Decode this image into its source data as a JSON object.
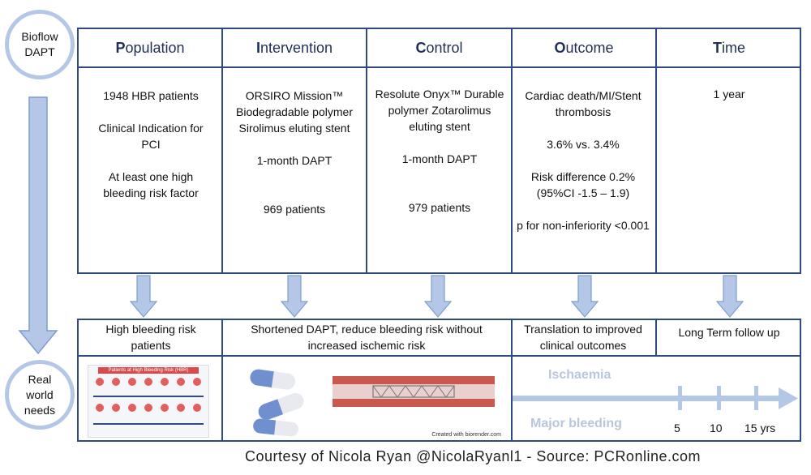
{
  "trial": {
    "line1": "Bioflow",
    "line2": "DAPT"
  },
  "needs": {
    "line1": "Real",
    "line2": "world",
    "line3": "needs"
  },
  "headers": [
    {
      "initial": "P",
      "rest": "opulation"
    },
    {
      "initial": "I",
      "rest": "ntervention"
    },
    {
      "initial": "C",
      "rest": "ontrol"
    },
    {
      "initial": "O",
      "rest": "utcome"
    },
    {
      "initial": "T",
      "rest": "ime"
    }
  ],
  "population": [
    "1948 HBR patients",
    "Clinical Indication for PCI",
    "At least one high bleeding risk factor"
  ],
  "intervention": [
    "ORSIRO Mission™ Biodegradable polymer Sirolimus eluting stent",
    "1-month DAPT",
    "969 patients"
  ],
  "control": [
    "Resolute Onyx™ Durable polymer Zotarolimus eluting stent",
    "1-month DAPT",
    "979 patients"
  ],
  "outcome": [
    "Cardiac death/MI/Stent thrombosis",
    "3.6% vs. 3.4%",
    "Risk difference 0.2% (95%CI -1.5 – 1.9)",
    "p for non-inferiority <0.001"
  ],
  "time": [
    "1 year"
  ],
  "needs_row": {
    "col1": "High bleeding risk patients",
    "col2": "Shortened DAPT, reduce bleeding risk without increased ischemic risk",
    "col3": "Translation to improved clinical outcomes",
    "col4": "Long Term follow up"
  },
  "hbr_image": {
    "title": "Patients at High Bleeding Risk (HBR)"
  },
  "stent_image": {
    "credit": "Created with biorender.com"
  },
  "outcomes_image": {
    "top": "Ischaemia",
    "bottom": "Major bleeding"
  },
  "timeline": {
    "t1": "5",
    "t2": "10",
    "t3": "15 yrs"
  },
  "footer": "Courtesy of Nicola Ryan @NicolaRyanl1 - Source: PCRonline.com",
  "colors": {
    "frame": "#2e4a7f",
    "arrow": "#b4c7e7",
    "accent_text": "#1f2f55"
  }
}
